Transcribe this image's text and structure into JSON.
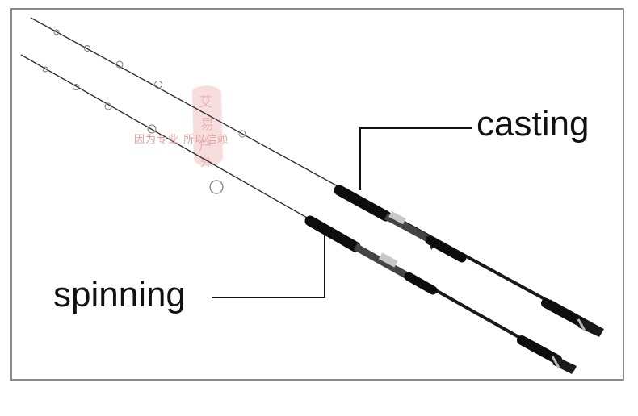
{
  "labels": {
    "casting": "casting",
    "spinning": "spinning"
  },
  "watermark": {
    "text": "因为专业 所以信赖",
    "seal_text": "艾易户外"
  },
  "colors": {
    "background": "#ffffff",
    "frame": "#8a8a8a",
    "rod": "#1a1a1a",
    "grip": "#0d0d0d",
    "watermark": "#e8a0a0",
    "label": "#111111"
  }
}
